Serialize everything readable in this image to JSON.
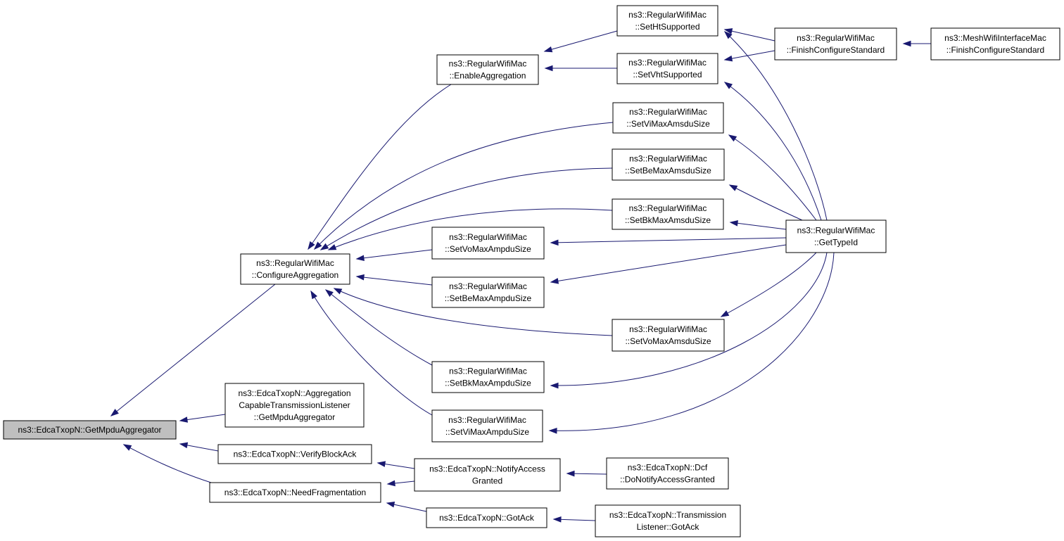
{
  "colors": {
    "edge": "#191970",
    "node_border": "#000000",
    "node_fill": "#ffffff",
    "highlight_fill": "#bfbfbf"
  },
  "nodes": [
    {
      "id": "getMpduAggregator",
      "lines": [
        "ns3::EdcaTxopN::GetMpduAggregator"
      ],
      "highlight": true
    },
    {
      "id": "configureAggregation",
      "lines": [
        "ns3::RegularWifiMac",
        "::ConfigureAggregation"
      ]
    },
    {
      "id": "aggListenerGetMpdu",
      "lines": [
        "ns3::EdcaTxopN::Aggregation",
        "CapableTransmissionListener",
        "::GetMpduAggregator"
      ]
    },
    {
      "id": "verifyBlockAck",
      "lines": [
        "ns3::EdcaTxopN::VerifyBlockAck"
      ]
    },
    {
      "id": "needFragmentation",
      "lines": [
        "ns3::EdcaTxopN::NeedFragmentation"
      ]
    },
    {
      "id": "enableAggregation",
      "lines": [
        "ns3::RegularWifiMac",
        "::EnableAggregation"
      ]
    },
    {
      "id": "setVoMaxAmpduSize",
      "lines": [
        "ns3::RegularWifiMac",
        "::SetVoMaxAmpduSize"
      ]
    },
    {
      "id": "setBeMaxAmpduSize",
      "lines": [
        "ns3::RegularWifiMac",
        "::SetBeMaxAmpduSize"
      ]
    },
    {
      "id": "setBkMaxAmpduSize",
      "lines": [
        "ns3::RegularWifiMac",
        "::SetBkMaxAmpduSize"
      ]
    },
    {
      "id": "setViMaxAmpduSize",
      "lines": [
        "ns3::RegularWifiMac",
        "::SetViMaxAmpduSize"
      ]
    },
    {
      "id": "notifyAccessGranted",
      "lines": [
        "ns3::EdcaTxopN::NotifyAccess",
        "Granted"
      ]
    },
    {
      "id": "gotAck",
      "lines": [
        "ns3::EdcaTxopN::GotAck"
      ]
    },
    {
      "id": "setHtSupported",
      "lines": [
        "ns3::RegularWifiMac",
        "::SetHtSupported"
      ]
    },
    {
      "id": "setVhtSupported",
      "lines": [
        "ns3::RegularWifiMac",
        "::SetVhtSupported"
      ]
    },
    {
      "id": "setViMaxAmsduSize",
      "lines": [
        "ns3::RegularWifiMac",
        "::SetViMaxAmsduSize"
      ]
    },
    {
      "id": "setBeMaxAmsduSize",
      "lines": [
        "ns3::RegularWifiMac",
        "::SetBeMaxAmsduSize"
      ]
    },
    {
      "id": "setBkMaxAmsduSize",
      "lines": [
        "ns3::RegularWifiMac",
        "::SetBkMaxAmsduSize"
      ]
    },
    {
      "id": "setVoMaxAmsduSize",
      "lines": [
        "ns3::RegularWifiMac",
        "::SetVoMaxAmsduSize"
      ]
    },
    {
      "id": "dcfDoNotifyAccessGranted",
      "lines": [
        "ns3::EdcaTxopN::Dcf",
        "::DoNotifyAccessGranted"
      ]
    },
    {
      "id": "transmissionListenerGotAck",
      "lines": [
        "ns3::EdcaTxopN::Transmission",
        "Listener::GotAck"
      ]
    },
    {
      "id": "finishConfigureStandard",
      "lines": [
        "ns3::RegularWifiMac",
        "::FinishConfigureStandard"
      ]
    },
    {
      "id": "getTypeId",
      "lines": [
        "ns3::RegularWifiMac",
        "::GetTypeId"
      ]
    },
    {
      "id": "meshFinishConfigureStandard",
      "lines": [
        "ns3::MeshWifiInterfaceMac",
        "::FinishConfigureStandard"
      ]
    }
  ],
  "edges": [
    {
      "from": "configureAggregation",
      "to": "getMpduAggregator"
    },
    {
      "from": "aggListenerGetMpdu",
      "to": "getMpduAggregator"
    },
    {
      "from": "verifyBlockAck",
      "to": "getMpduAggregator"
    },
    {
      "from": "needFragmentation",
      "to": "getMpduAggregator"
    },
    {
      "from": "enableAggregation",
      "to": "configureAggregation"
    },
    {
      "from": "setViMaxAmsduSize",
      "to": "configureAggregation"
    },
    {
      "from": "setBeMaxAmsduSize",
      "to": "configureAggregation"
    },
    {
      "from": "setBkMaxAmsduSize",
      "to": "configureAggregation"
    },
    {
      "from": "setVoMaxAmpduSize",
      "to": "configureAggregation"
    },
    {
      "from": "setBeMaxAmpduSize",
      "to": "configureAggregation"
    },
    {
      "from": "setVoMaxAmsduSize",
      "to": "configureAggregation"
    },
    {
      "from": "setBkMaxAmpduSize",
      "to": "configureAggregation"
    },
    {
      "from": "setViMaxAmpduSize",
      "to": "configureAggregation"
    },
    {
      "from": "setHtSupported",
      "to": "enableAggregation"
    },
    {
      "from": "setVhtSupported",
      "to": "enableAggregation"
    },
    {
      "from": "finishConfigureStandard",
      "to": "setHtSupported"
    },
    {
      "from": "getTypeId",
      "to": "setHtSupported"
    },
    {
      "from": "finishConfigureStandard",
      "to": "setVhtSupported"
    },
    {
      "from": "getTypeId",
      "to": "setVhtSupported"
    },
    {
      "from": "meshFinishConfigureStandard",
      "to": "finishConfigureStandard"
    },
    {
      "from": "getTypeId",
      "to": "setViMaxAmsduSize"
    },
    {
      "from": "getTypeId",
      "to": "setBeMaxAmsduSize"
    },
    {
      "from": "getTypeId",
      "to": "setBkMaxAmsduSize"
    },
    {
      "from": "getTypeId",
      "to": "setVoMaxAmpduSize"
    },
    {
      "from": "getTypeId",
      "to": "setBeMaxAmpduSize"
    },
    {
      "from": "getTypeId",
      "to": "setVoMaxAmsduSize"
    },
    {
      "from": "getTypeId",
      "to": "setBkMaxAmpduSize"
    },
    {
      "from": "getTypeId",
      "to": "setViMaxAmpduSize"
    },
    {
      "from": "notifyAccessGranted",
      "to": "verifyBlockAck"
    },
    {
      "from": "notifyAccessGranted",
      "to": "needFragmentation"
    },
    {
      "from": "gotAck",
      "to": "needFragmentation"
    },
    {
      "from": "dcfDoNotifyAccessGranted",
      "to": "notifyAccessGranted"
    },
    {
      "from": "transmissionListenerGotAck",
      "to": "gotAck"
    }
  ]
}
